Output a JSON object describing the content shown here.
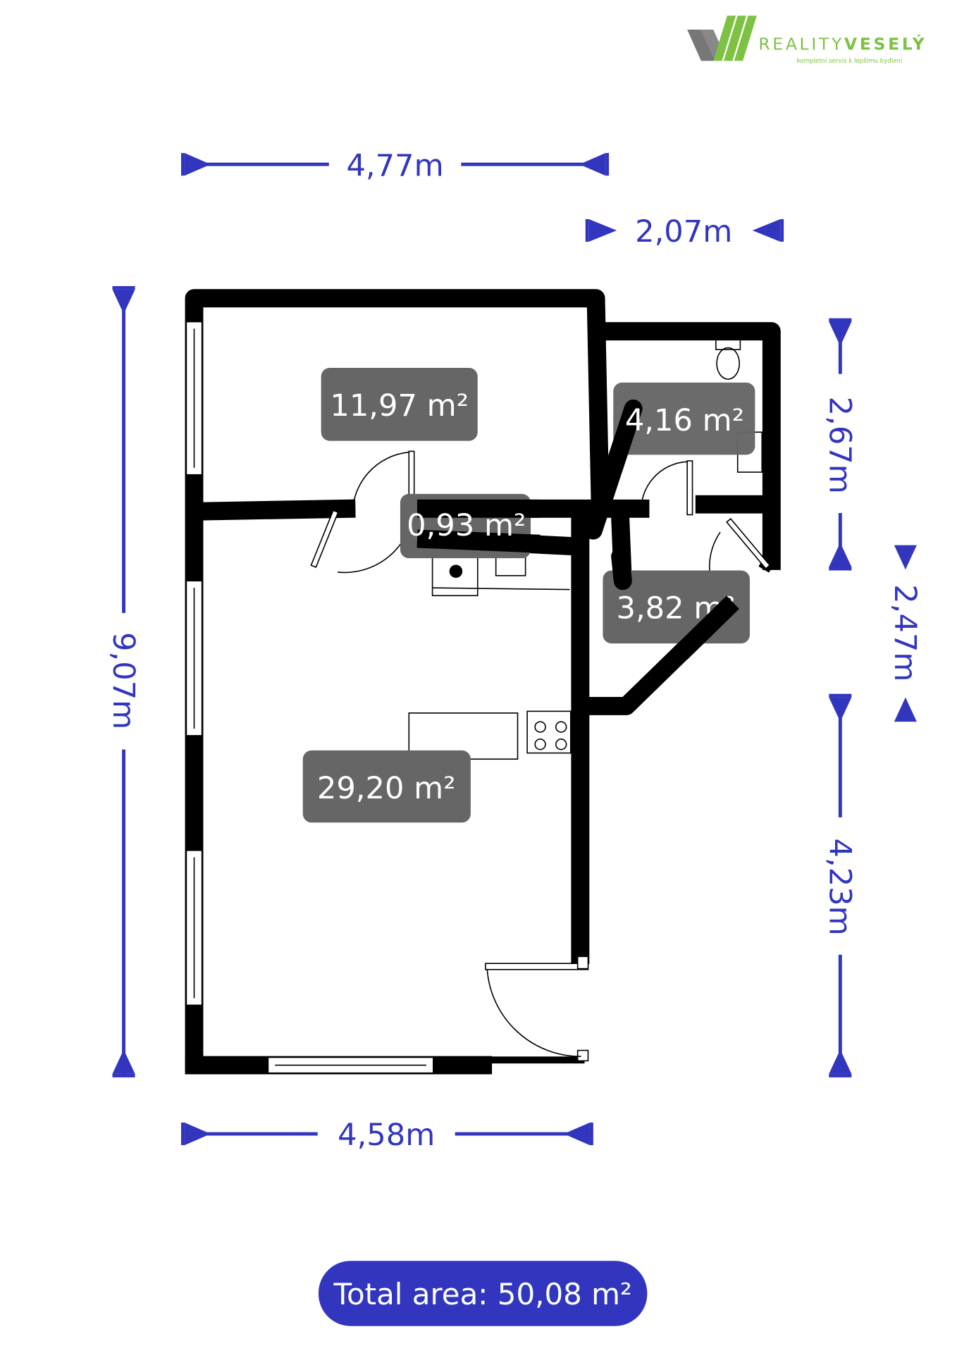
{
  "logo": {
    "brand_light": "REALITY",
    "brand_bold": "VESELÝ",
    "tagline": "kompletní servis k lepšímu bydlení"
  },
  "dimensions": {
    "top_width": "4,77m",
    "top_right_width": "2,07m",
    "left_height": "9,07m",
    "right_upper": "2,67m",
    "right_middle": "2,47m",
    "right_lower": "4,23m",
    "bottom_width": "4,58m"
  },
  "rooms": [
    {
      "area": "11,97 m²"
    },
    {
      "area": "4,16 m²"
    },
    {
      "area": "0,93 m²"
    },
    {
      "area": "3,82 m²"
    },
    {
      "area": "29,20 m²"
    }
  ],
  "total_area": "Total area: 50,08 m²",
  "colors": {
    "accent": "#3236bf",
    "label_bg": "#666666",
    "logo_green": "#7dc242",
    "logo_gray": "#777777"
  }
}
